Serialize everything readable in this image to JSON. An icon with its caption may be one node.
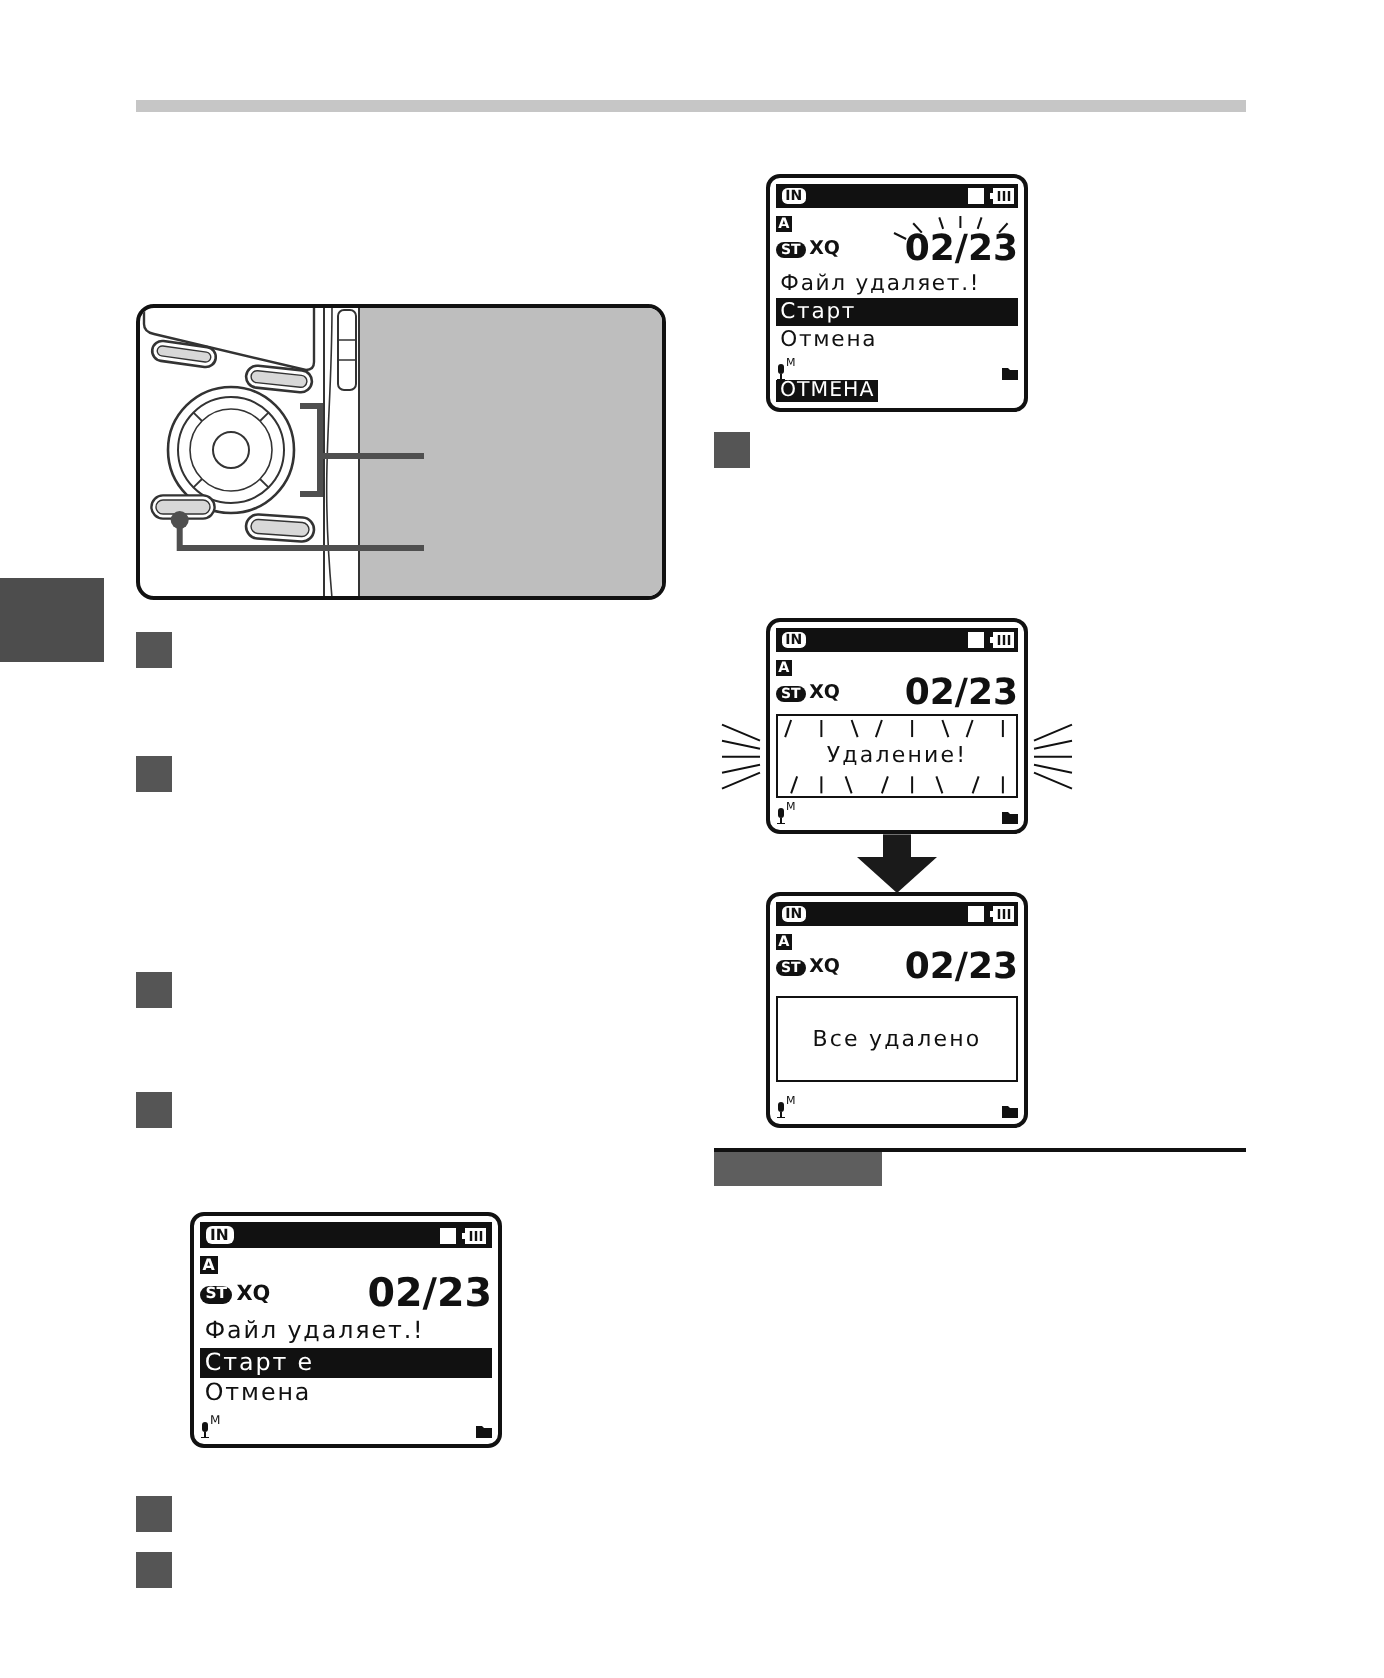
{
  "diagram": {
    "nodes": [
      {
        "text": [],
        "shape": "picture"
      },
      {
        "text": [],
        "shape": "circle",
        "in": 0
      },
      {
        "text": [],
        "shape": "box",
        "in": 0
      },
      {
        "text": [
          "IN",
          "A",
          "ST",
          "XQ",
          "02/23",
          "Файл удаляет.!",
          "Старт е",
          "Отмена",
          "M"
        ]
      },
      {
        "text": [
          "IN",
          "A",
          "ST",
          "XQ",
          "02/23",
          "Файл удаляет.!",
          "Старт",
          "Отмена",
          "M",
          "ОТМЕНА"
        ]
      },
      {
        "text": [
          "IN",
          "A",
          "ST",
          "XQ",
          "02/23",
          "Удаление!",
          "M"
        ]
      },
      {
        "text": [
          "IN",
          "A",
          "ST",
          "XQ",
          "02/23",
          "Все удалено",
          "M"
        ]
      },
      {
        "text": [],
        "shape": "bar"
      }
    ],
    "edges": [
      {
        "from": null,
        "to": 1,
        "arrow": "none"
      },
      {
        "from": null,
        "to": 2,
        "arrow": "other"
      },
      {
        "from": 5,
        "to": 6,
        "arrow": "to",
        "style": "thick",
        "color": "#1a1a1a"
      }
    ]
  }
}
